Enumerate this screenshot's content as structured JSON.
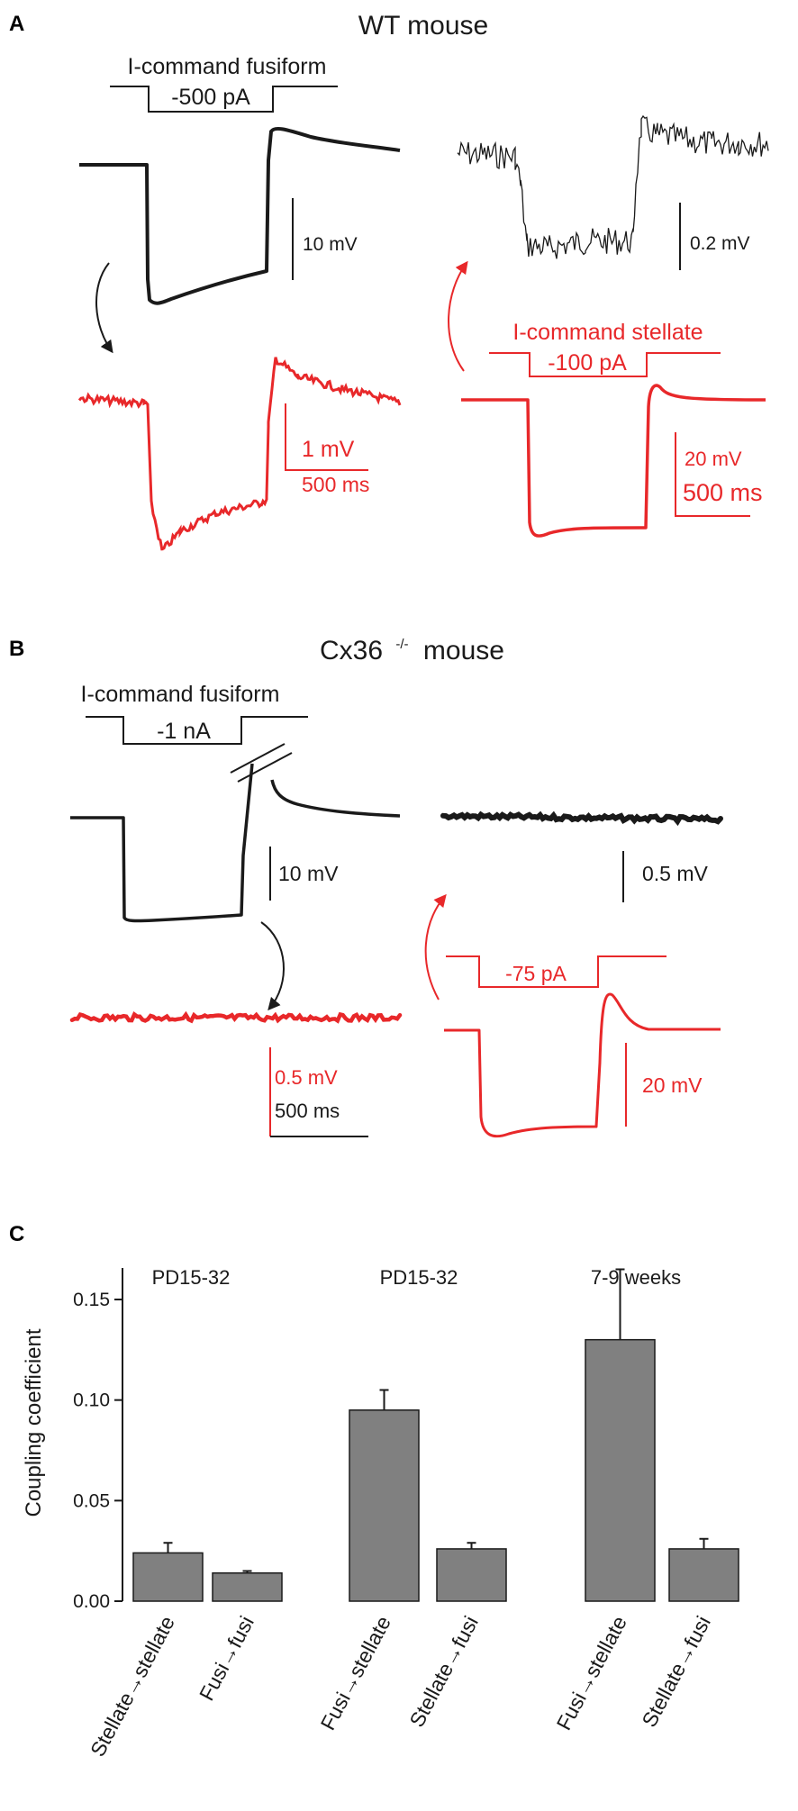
{
  "colors": {
    "black": "#1a1a1a",
    "red": "#e8282a",
    "bar": "#808080"
  },
  "panel_a": {
    "letter": "A",
    "title": "WT mouse",
    "fusi_cmd_label": "I-command fusiform",
    "fusi_cmd_value": "-500 pA",
    "scale_black": "10 mV",
    "scale_black_right": "0.2 mV",
    "scale_red_left_v": "1 mV",
    "scale_red_left_t": "500 ms",
    "stellate_cmd_label": "I-command stellate",
    "stellate_cmd_value": "-100 pA",
    "scale_red_right_v": "20 mV",
    "scale_red_right_t": "500 ms"
  },
  "panel_b": {
    "letter": "B",
    "title_main": "Cx36",
    "title_sup": "-/-",
    "title_rest": "mouse",
    "fusi_cmd_label": "I-command fusiform",
    "fusi_cmd_value": "-1 nA",
    "scale_black": "10 mV",
    "scale_black_right": "0.5 mV",
    "stellate_cmd_value": "-75 pA",
    "scale_red_left_v": "0.5 mV",
    "scale_t": "500 ms",
    "scale_red_right_v": "20 mV"
  },
  "panel_c": {
    "letter": "C"
  },
  "chart_data": {
    "type": "bar",
    "ylabel": "Coupling coefficient",
    "ylim": [
      0,
      0.17
    ],
    "yticks": [
      "0.00",
      "0.05",
      "0.10",
      "0.15"
    ],
    "ytick_values": [
      0,
      0.05,
      0.1,
      0.15
    ],
    "groups": [
      {
        "label": "PD15-32",
        "bars": [
          {
            "category": "Stellate→stellate",
            "value": 0.024,
            "error": 0.005
          },
          {
            "category": "Fusi→fusi",
            "value": 0.014,
            "error": 0.001
          }
        ]
      },
      {
        "label": "PD15-32",
        "bars": [
          {
            "category": "Fusi→stellate",
            "value": 0.095,
            "error": 0.01
          },
          {
            "category": "Stellate→fusi",
            "value": 0.026,
            "error": 0.003
          }
        ]
      },
      {
        "label": "7-9 weeks",
        "bars": [
          {
            "category": "Fusi→stellate",
            "value": 0.13,
            "error": 0.035
          },
          {
            "category": "Stellate→fusi",
            "value": 0.026,
            "error": 0.005
          }
        ]
      }
    ]
  }
}
